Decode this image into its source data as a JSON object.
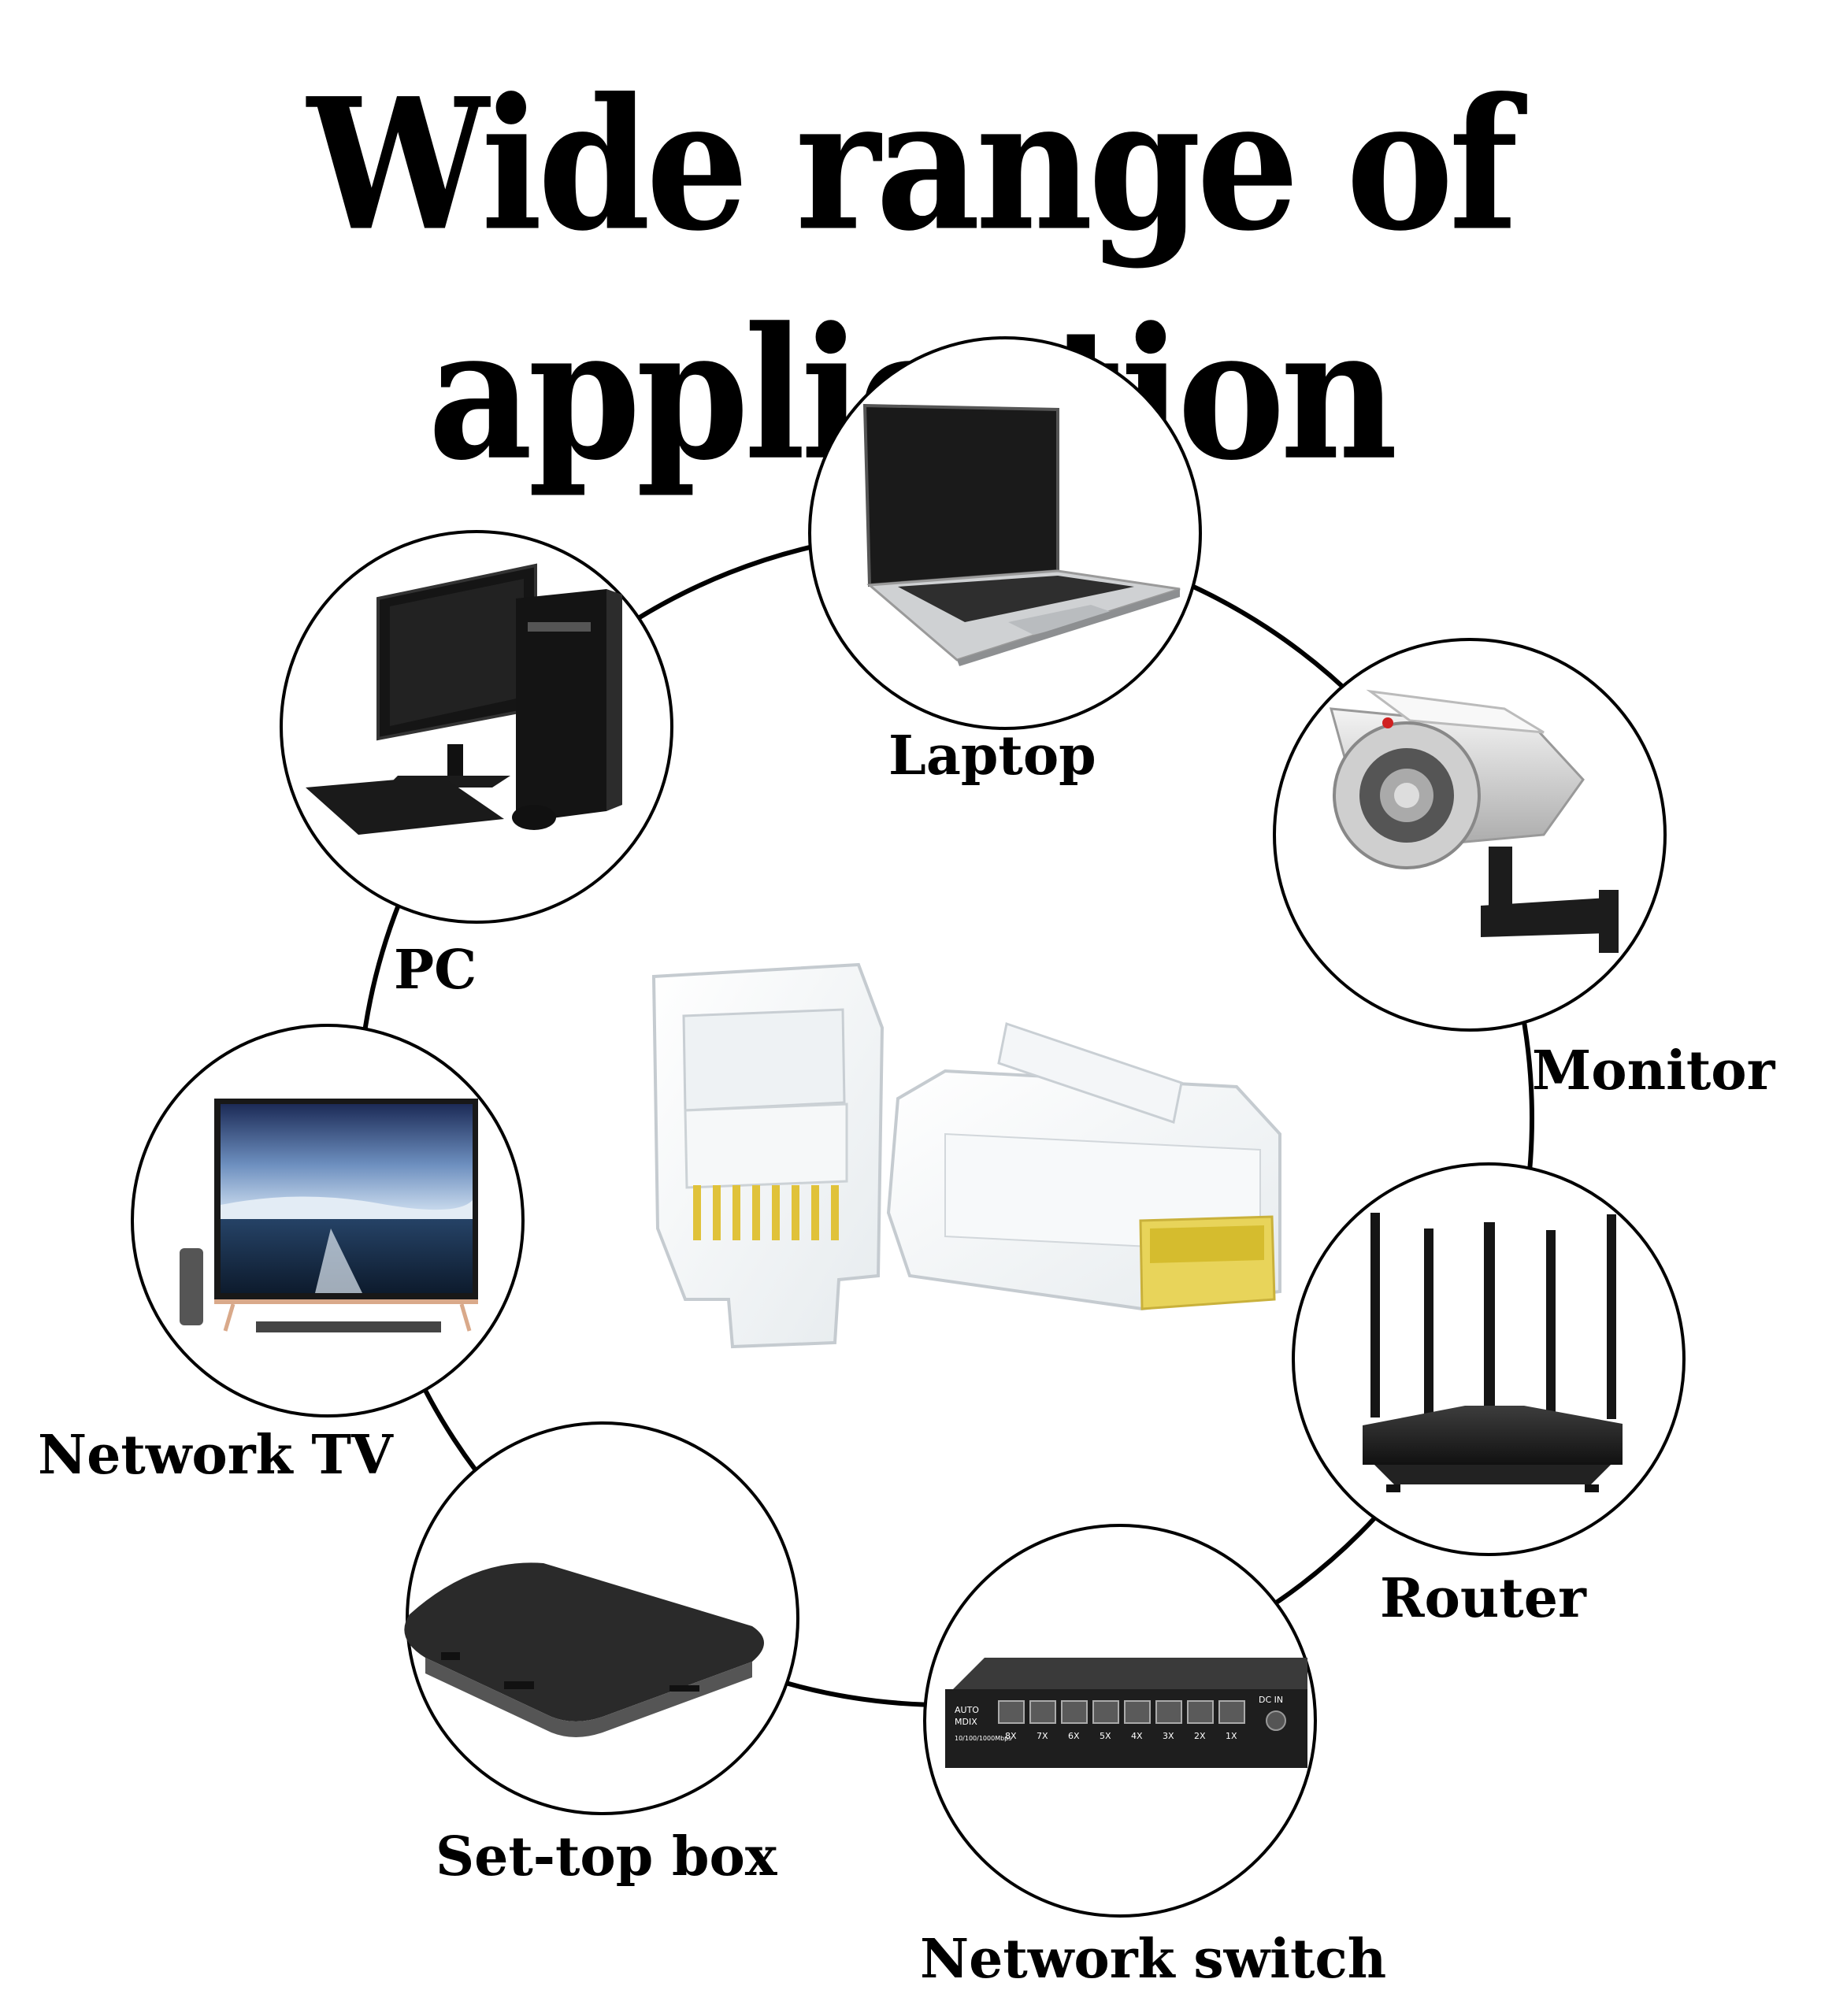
{
  "title": "Wide range of application",
  "devices": [
    {
      "id": "laptop",
      "label": "Laptop",
      "icon": "laptop-icon"
    },
    {
      "id": "pc",
      "label": "PC",
      "icon": "desktop-pc-icon"
    },
    {
      "id": "monitor",
      "label": "Monitor",
      "icon": "security-camera-icon"
    },
    {
      "id": "network-tv",
      "label": "Network TV",
      "icon": "television-icon"
    },
    {
      "id": "router",
      "label": "Router",
      "icon": "wifi-router-icon"
    },
    {
      "id": "set-top-box",
      "label": "Set-top box",
      "icon": "set-top-box-icon"
    },
    {
      "id": "network-switch",
      "label": "Network switch",
      "icon": "network-switch-icon"
    }
  ],
  "center_image": "rj45-connector-icon",
  "switch_panel": {
    "auto_label": "AUTO",
    "mdix_label": "MDIX",
    "speed_label": "10/100/1000Mbps",
    "dc_label": "DC IN",
    "ports": [
      "8X",
      "7X",
      "6X",
      "5X",
      "4X",
      "3X",
      "2X",
      "1X"
    ]
  },
  "colors": {
    "ring": "#000000",
    "gold": "#e0c23a"
  }
}
